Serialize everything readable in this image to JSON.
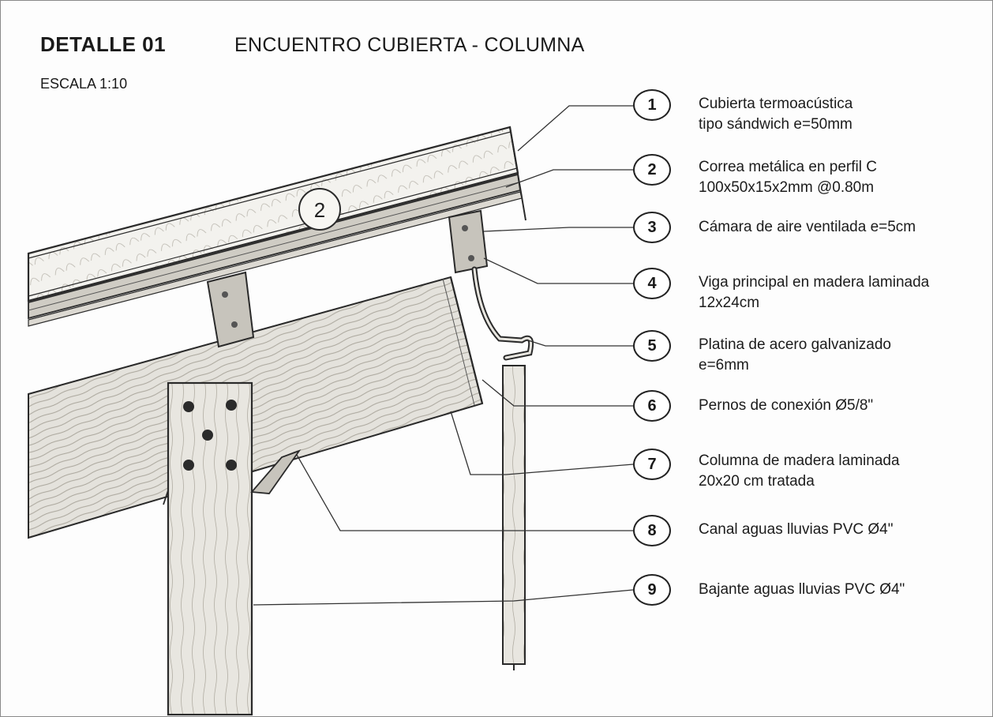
{
  "header": {
    "detail": "DETALLE 01",
    "title": "ENCUENTRO CUBIERTA - COLUMNA",
    "scale": "ESCALA 1:10"
  },
  "drawing_tag": "2",
  "callouts": [
    {
      "num": "1",
      "line1": "Cubierta termoacústica",
      "line2": "tipo sándwich e=50mm"
    },
    {
      "num": "2",
      "line1": "Correa metálica en perfil C",
      "line2": "100x50x15x2mm @0.80m"
    },
    {
      "num": "3",
      "line1": "Cámara de aire ventilada e=5cm",
      "line2": ""
    },
    {
      "num": "4",
      "line1": "Viga principal en madera laminada",
      "line2": "12x24cm"
    },
    {
      "num": "5",
      "line1": "Platina de acero galvanizado",
      "line2": "e=6mm"
    },
    {
      "num": "6",
      "line1": "Pernos de conexión Ø5/8\"",
      "line2": ""
    },
    {
      "num": "7",
      "line1": "Columna de madera laminada",
      "line2": "20x20 cm tratada"
    },
    {
      "num": "8",
      "line1": "Canal aguas lluvias PVC Ø4\"",
      "line2": ""
    },
    {
      "num": "9",
      "line1": "Bajante aguas lluvias PVC Ø4\"",
      "line2": ""
    }
  ]
}
